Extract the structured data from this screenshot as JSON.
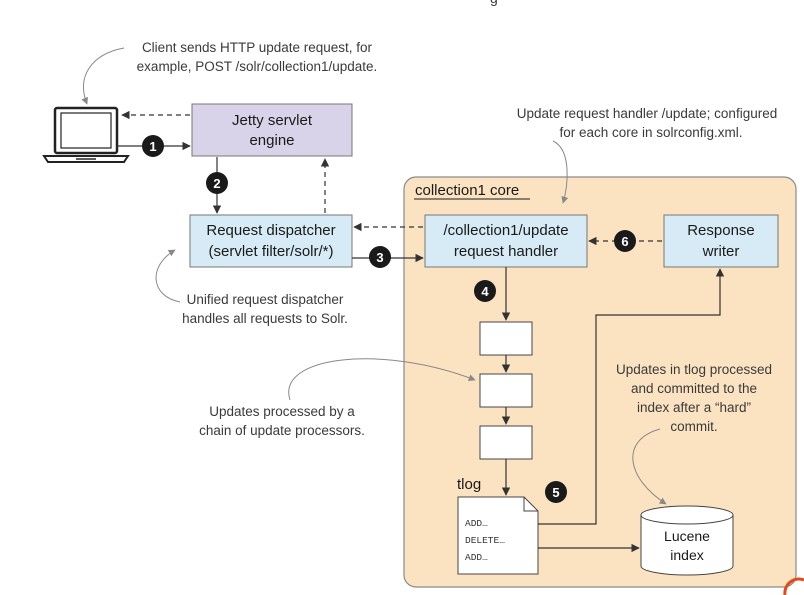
{
  "colors": {
    "jetty_fill": "#d9d3ea",
    "blue_fill": "#d6ebf5",
    "core_fill": "#fbe3c2",
    "core_stroke": "#8a8a8a",
    "badge": "#1a1a1a",
    "line": "#333333",
    "note_line": "#888888"
  },
  "top_fragment": "g",
  "annotations": {
    "client": [
      "Client sends HTTP update request, for",
      "example, POST /solr/collection1/update."
    ],
    "handler_config": [
      "Update request handler /update; configured",
      "for each core in solrconfig.xml."
    ],
    "dispatcher": [
      "Unified request dispatcher",
      "handles all requests to Solr."
    ],
    "processors": [
      "Updates processed by a",
      "chain of update processors."
    ],
    "tlog_commit": [
      "Updates in tlog processed",
      "and committed to the",
      "index after a “hard”",
      "commit."
    ]
  },
  "boxes": {
    "jetty": [
      "Jetty servlet",
      "engine"
    ],
    "dispatcher": [
      "Request dispatcher",
      "(servlet filter/solr/*)"
    ],
    "handler": [
      "/collection1/update",
      "request handler"
    ],
    "writer": [
      "Response",
      "writer"
    ],
    "lucene": [
      "Lucene",
      "index"
    ]
  },
  "core_label": "collection1 core",
  "tlog_label": "tlog",
  "tlog_lines": [
    "ADD…",
    "DELETE…",
    "ADD…"
  ],
  "steps": [
    "1",
    "2",
    "3",
    "4",
    "5",
    "6"
  ],
  "icons": {
    "client": "laptop-icon",
    "log": "document-icon",
    "index": "database-cylinder-icon"
  }
}
